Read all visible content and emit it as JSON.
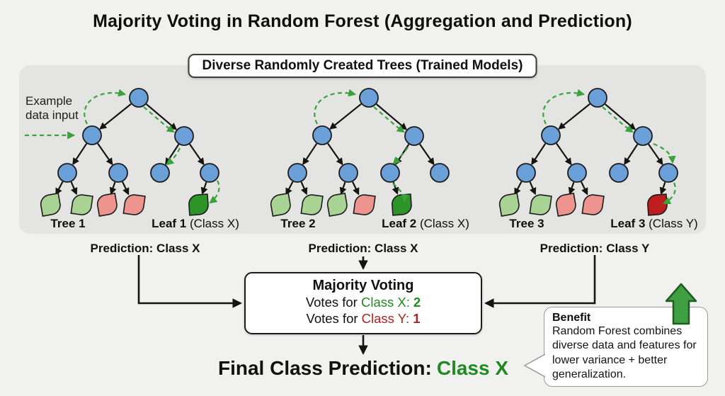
{
  "page": {
    "title": "Majority Voting in Random Forest (Aggregation and Prediction)",
    "background": "#f1f1ef",
    "panel_background": "#e4e4e2"
  },
  "trees_panel": {
    "header": "Diverse Randomly Created Trees (Trained Models)",
    "input_label_line1": "Example",
    "input_label_line2": "data input",
    "trees": [
      {
        "name": "Tree 1",
        "leaf_label_bold": "Leaf 1",
        "leaf_label_class": "(Class X)",
        "prediction": "Prediction: Class X",
        "has_input_arrow": true,
        "leaves": {
          "ll": [
            "light-green",
            "light-green"
          ],
          "lr": [
            "pink",
            "pink"
          ],
          "rl": [],
          "rr": [
            "dark-green"
          ]
        }
      },
      {
        "name": "Tree 2",
        "leaf_label_bold": "Leaf 2",
        "leaf_label_class": "(Class X)",
        "prediction": "Prediction: Class X",
        "has_input_arrow": false,
        "leaves": {
          "ll": [
            "light-green",
            "light-green"
          ],
          "lr": [
            "light-green",
            "pink"
          ],
          "rl": [
            "dark-green"
          ],
          "rr": []
        }
      },
      {
        "name": "Tree 3",
        "leaf_label_bold": "Leaf 3",
        "leaf_label_class": "(Class Y)",
        "prediction": "Prediction: Class Y",
        "has_input_arrow": false,
        "leaves": {
          "ll": [
            "light-green",
            "light-green"
          ],
          "lr": [
            "pink",
            "pink"
          ],
          "rl": [],
          "rr": [
            "dark-red"
          ]
        }
      }
    ]
  },
  "voting_box": {
    "title": "Majority Voting",
    "class_x_line": {
      "prefix": "Votes for ",
      "class_label": "Class X:",
      "count": "2"
    },
    "class_y_line": {
      "prefix": "Votes for ",
      "class_label": "Class Y:",
      "count": "1"
    }
  },
  "final_prediction": {
    "prefix": "Final Class Prediction:",
    "value": "Class X"
  },
  "benefit": {
    "title": "Benefit",
    "body": "Random Forest combines diverse data and features for lower variance + better generalization."
  },
  "colors": {
    "node_fill": "#6b9fd8",
    "node_stroke": "#1b1b1b",
    "leaf_light_green": "#a9d394",
    "leaf_pink": "#ec948d",
    "leaf_dark_green": "#2d9428",
    "leaf_dark_red": "#bc1e1e",
    "dashed_green": "#3aa23c",
    "arrow_black": "#141414",
    "class_x_green": "#1f8a1f",
    "class_y_red": "#b02222",
    "up_arrow_fill": "#3f9f42",
    "up_arrow_stroke": "#1e5c20"
  }
}
